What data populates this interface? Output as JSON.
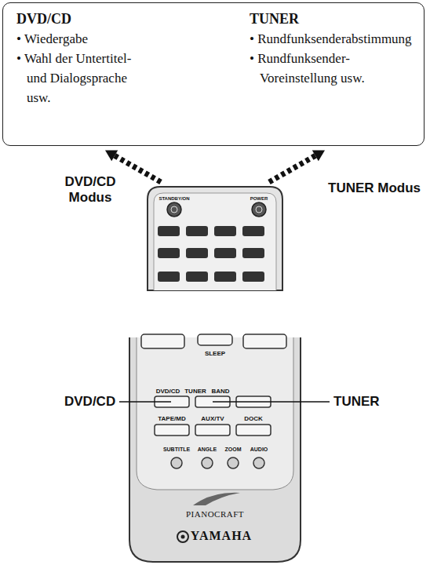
{
  "diagram": {
    "nodes": [
      {
        "text": [
          "DVD/CD",
          "• Wiedergabe",
          "• Wahl der Untertitel- und Dialogsprache usw.",
          "TUNER",
          "• Rundfunksenderabstimmung",
          "• Rundfunksender- Voreinstellung usw."
        ]
      }
    ],
    "labels": [
      "DVD/CD Modus",
      "TUNER Modus",
      "STANDBY/ON",
      "POWER",
      "SLEEP",
      "DVD/CD",
      "TUNER",
      "BAND",
      "TAPE/MD",
      "AUX/TV",
      "DOCK",
      "SUBTITLE",
      "ANGLE",
      "ZOOM",
      "AUDIO",
      "PIANOCRAFT",
      "YAMAHA",
      "DVD/CD",
      "TUNER"
    ]
  }
}
